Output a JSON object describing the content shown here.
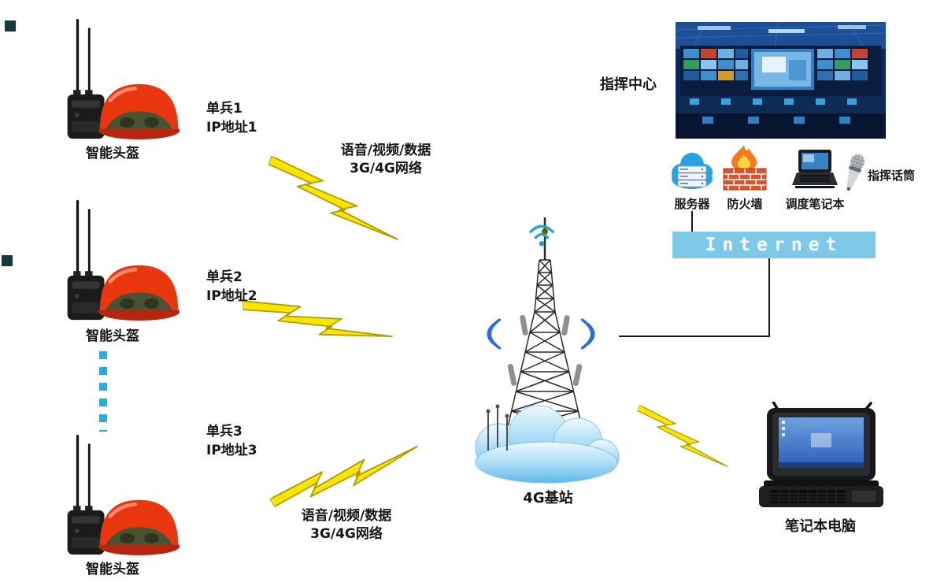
{
  "soldiers": [
    {
      "device_label": "智能头盔",
      "unit_label": "单兵1",
      "ip_label": "IP地址1"
    },
    {
      "device_label": "智能头盔",
      "unit_label": "单兵2",
      "ip_label": "IP地址2"
    },
    {
      "device_label": "智能头盔",
      "unit_label": "单兵3",
      "ip_label": "IP地址3"
    }
  ],
  "radio_links": {
    "top": {
      "line1": "语音/视频/数据",
      "line2": "3G/4G网络"
    },
    "bottom": {
      "line1": "语音/视频/数据",
      "line2": "3G/4G网络"
    }
  },
  "base_station": {
    "label": "4G基站"
  },
  "command_center": {
    "label": "指挥中心"
  },
  "devices": {
    "server_label": "服务器",
    "firewall_label": "防火墙",
    "dispatch_laptop_label": "调度笔记本",
    "microphone_label": "指挥话筒"
  },
  "internet_bar": {
    "label": "Internet"
  },
  "field_laptop": {
    "label": "笔记本电脑"
  },
  "colors": {
    "bolt_fill": "#ffe400",
    "bolt_stroke": "#a8a000",
    "internet_bar_bg": "#7fc9e8",
    "dotted_line_blue": "#29abe2",
    "helmet_red": "#e8360f",
    "cloud_blue": "#5fb9ea",
    "wifi_blue": "#2a6fd6",
    "wifi_teal": "#18a7c9"
  }
}
